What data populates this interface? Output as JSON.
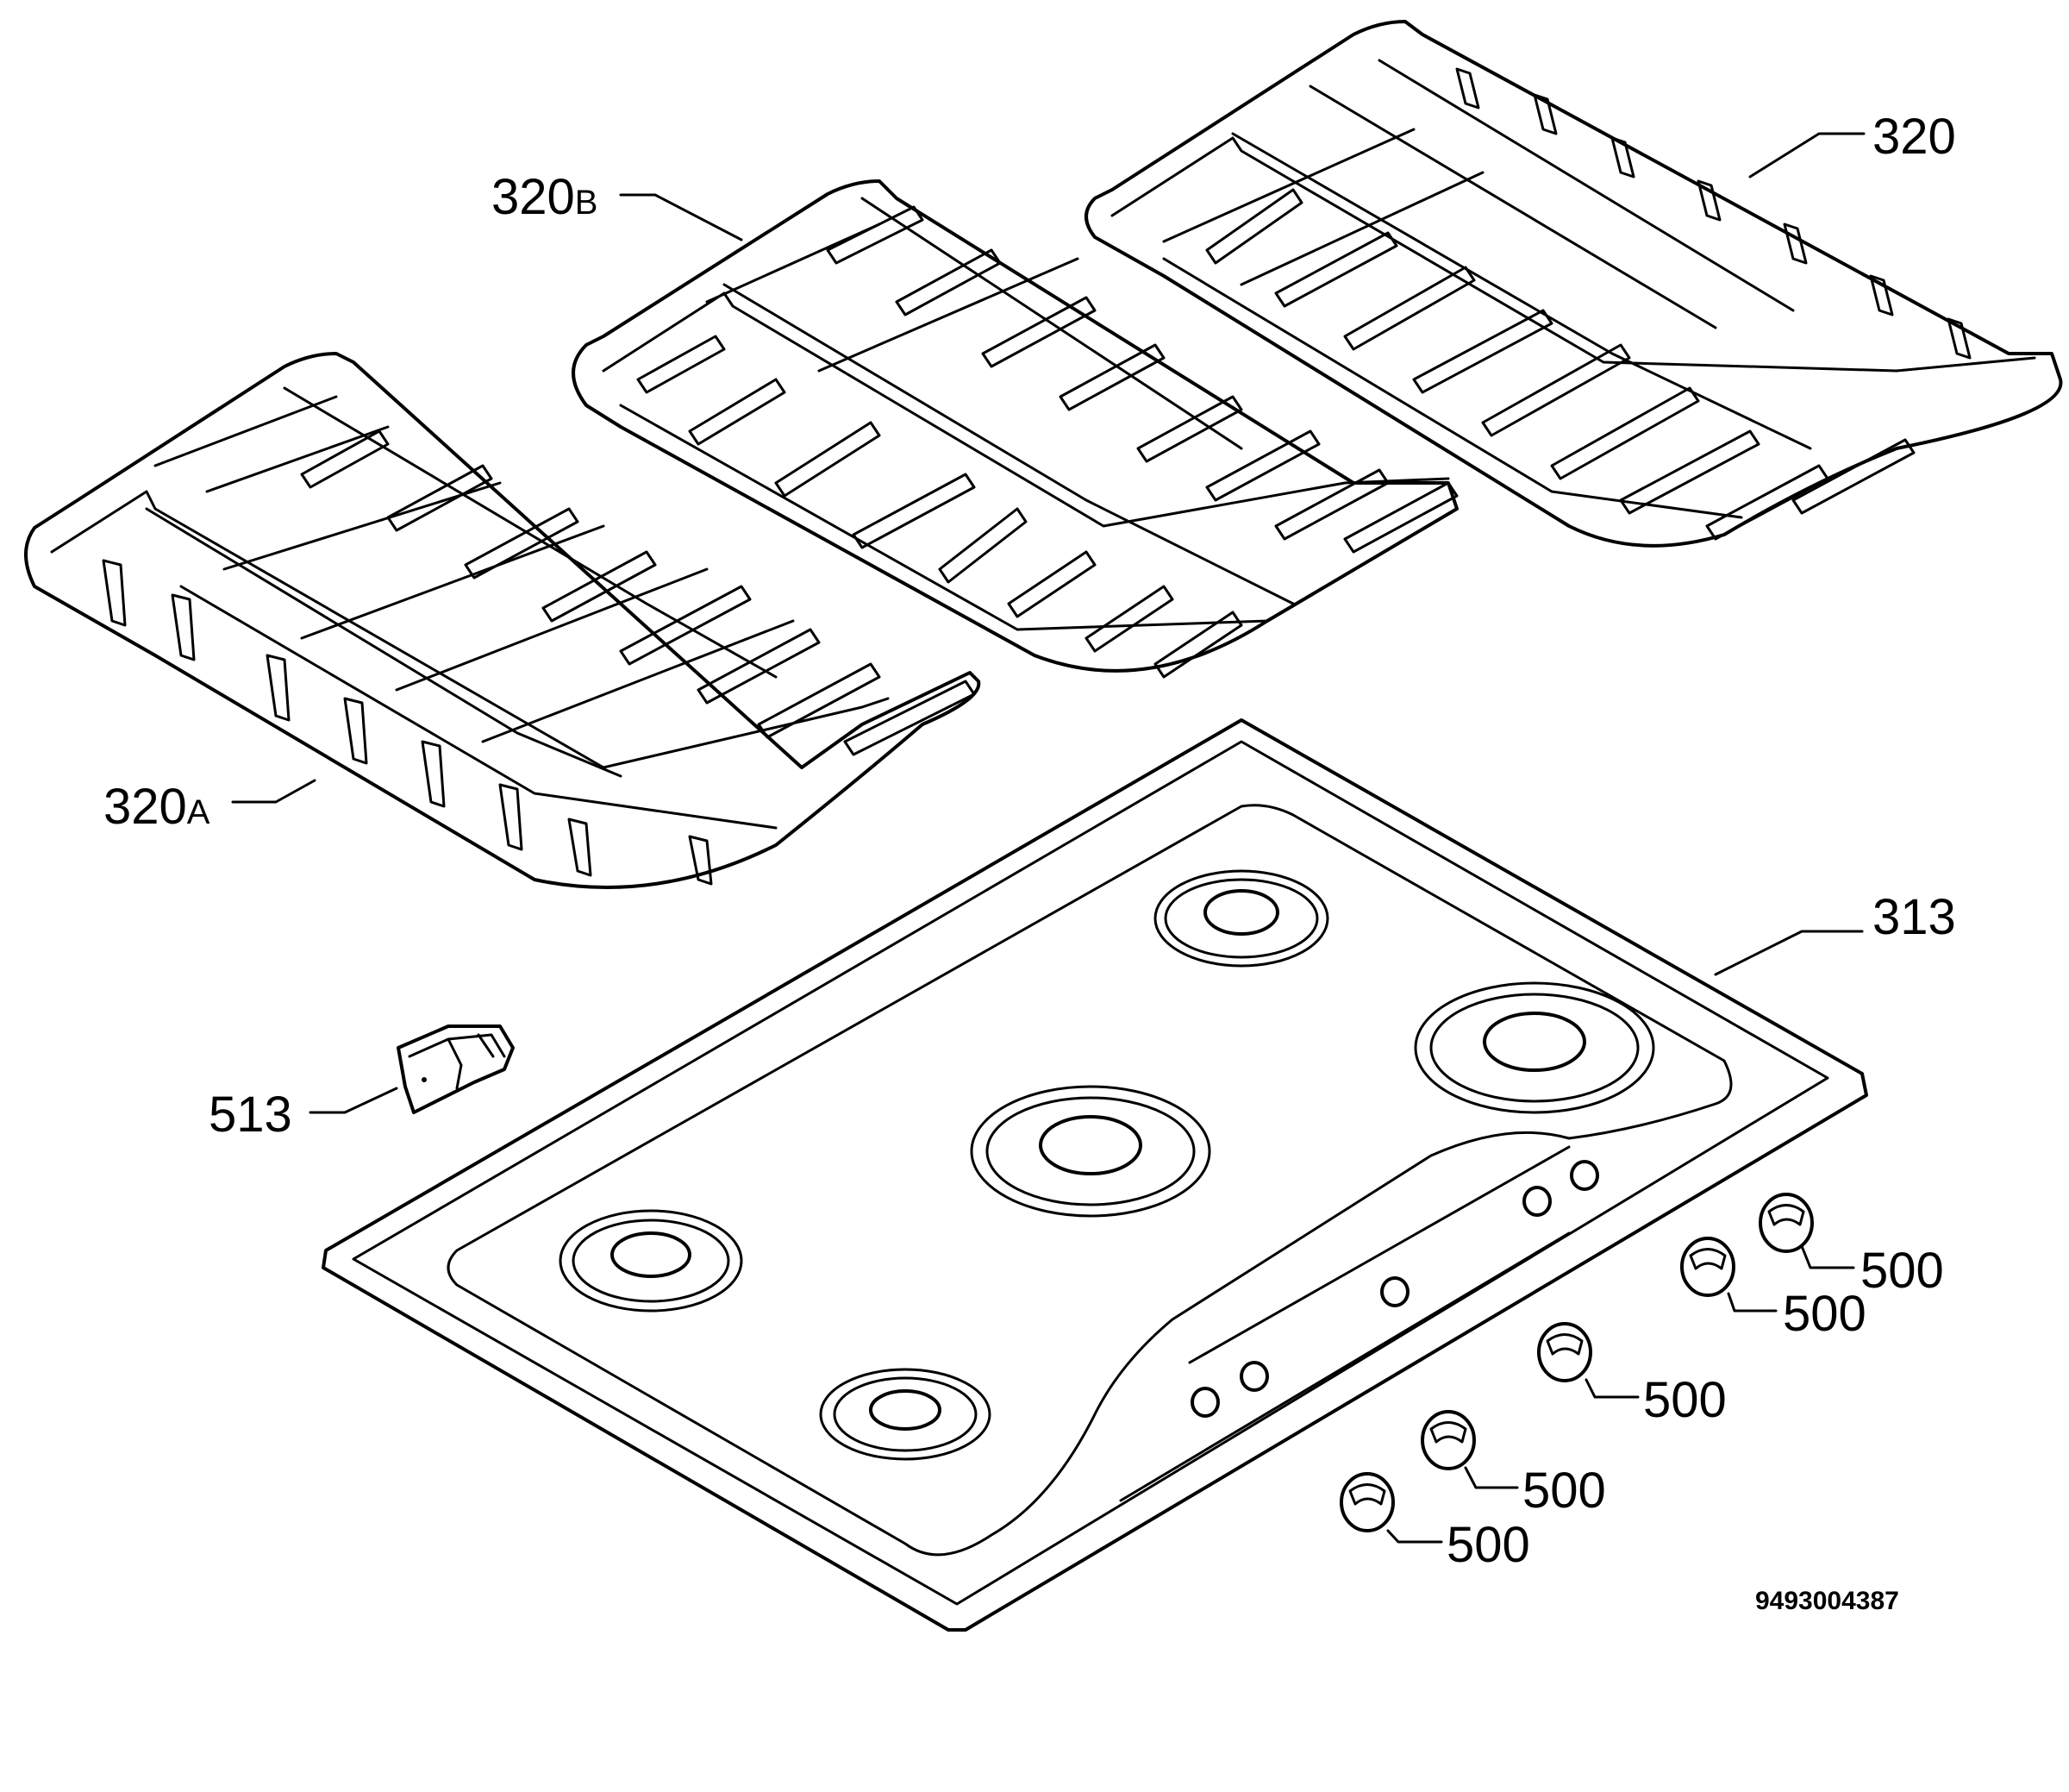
{
  "labels": {
    "grate_right": "320",
    "grate_middle": "320",
    "grate_middle_suffix": "B",
    "grate_left": "320",
    "grate_left_suffix": "A",
    "hob_top": "313",
    "clip": "513",
    "knob_1": "500",
    "knob_2": "500",
    "knob_3": "500",
    "knob_4": "500",
    "knob_5": "500"
  },
  "drawing_code": "9493004387"
}
